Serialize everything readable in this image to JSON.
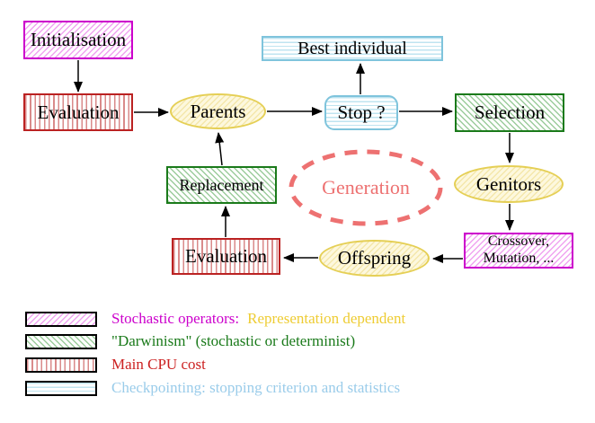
{
  "diagram": {
    "nodes": {
      "initialisation": {
        "label": "Initialisation"
      },
      "evaluation_top": {
        "label": "Evaluation"
      },
      "parents": {
        "label": "Parents"
      },
      "best_individual": {
        "label": "Best individual"
      },
      "stop": {
        "label": "Stop ?"
      },
      "selection": {
        "label": "Selection"
      },
      "genitors": {
        "label": "Genitors"
      },
      "replacement": {
        "label": "Replacement"
      },
      "generation": {
        "label": "Generation"
      },
      "evaluation_bottom": {
        "label": "Evaluation"
      },
      "offspring": {
        "label": "Offspring"
      },
      "crossover": {
        "line1": "Crossover,",
        "line2": "Mutation, ..."
      }
    },
    "palette": {
      "stochastic_magenta": "#cc00cc",
      "darwinism_green": "#1a7a1a",
      "cpu_red": "#bb2222",
      "checkpoint_cyan": "#7fc4dc",
      "node_yellow_border": "#e5cf55",
      "generation_salmon": "#ed7171",
      "arrow_black": "#000000"
    }
  },
  "legend": {
    "items": [
      {
        "name": "stochastic-operators",
        "text": "Stochastic operators:",
        "text2": "Representation dependent"
      },
      {
        "name": "darwinism",
        "text": "\"Darwinism\" (stochastic or determinist)"
      },
      {
        "name": "main-cpu-cost",
        "text": "Main CPU cost"
      },
      {
        "name": "checkpointing",
        "text": "Checkpointing: stopping criterion and statistics"
      }
    ]
  }
}
